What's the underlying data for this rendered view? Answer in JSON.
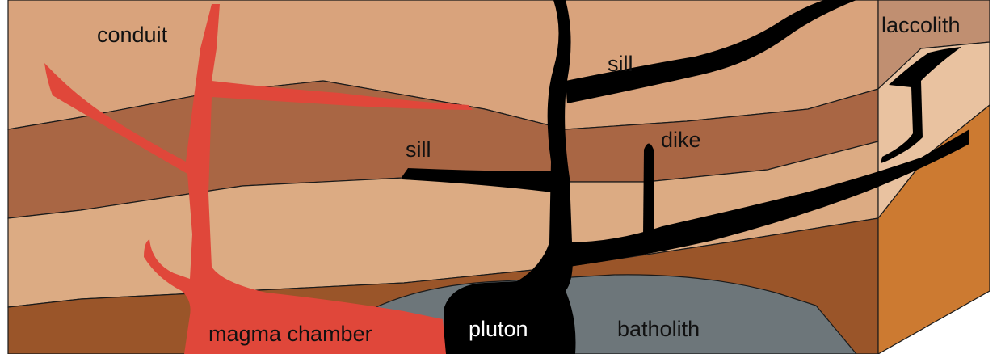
{
  "labels": {
    "conduit": "conduit",
    "sill_upper": "sill",
    "sill_lower": "sill",
    "dike": "dike",
    "laccolith": "laccolith",
    "magma_chamber": "magma chamber",
    "pluton": "pluton",
    "batholith": "batholith"
  },
  "colors": {
    "layer_top": "#d9a37c",
    "layer_dark": "#a96644",
    "layer_light": "#dcab83",
    "layer_bottom": "#9a5529",
    "side_top": "#c08f71",
    "side_light": "#e9c2a0",
    "side_bottom": "#cc7a31",
    "magma_red": "#e0473a",
    "intrusion_black": "#000000",
    "batholith_gray": "#6d767a",
    "outline": "#1a1a1a"
  }
}
